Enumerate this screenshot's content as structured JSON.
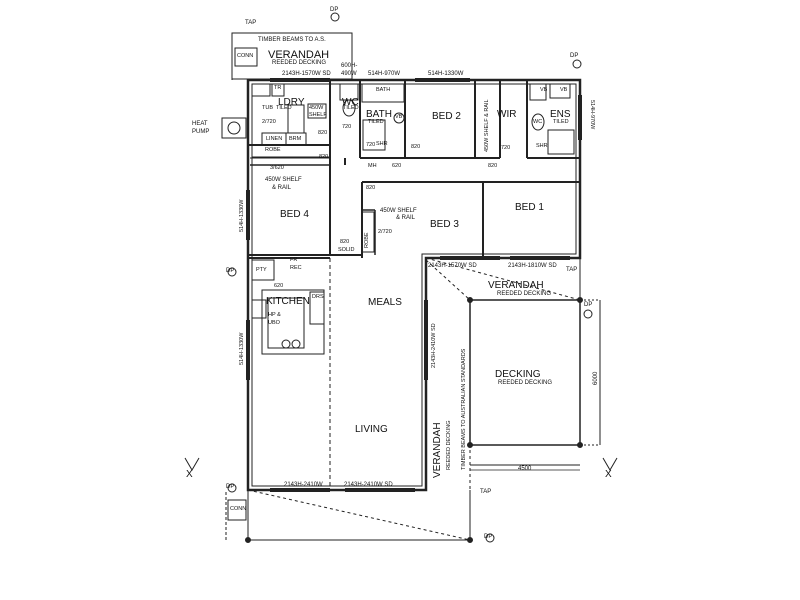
{
  "rooms": {
    "verandah_top": "VERANDAH",
    "laundry": "LDRY",
    "wc": "WC",
    "bath": "BATH",
    "bed2": "BED 2",
    "wir": "WIR",
    "ens": "ENS",
    "bed4": "BED 4",
    "bed3": "BED 3",
    "bed1": "BED 1",
    "kitchen": "KITCHEN",
    "meals": "MEALS",
    "living": "LIVING",
    "verandah_right": "VERANDAH",
    "decking": "DECKING",
    "verandah_bottom": "VERANDAH"
  },
  "notes": {
    "tap_top": "TAP",
    "dp": "DP",
    "timber_beams": "TIMBER BEAMS TO A.S.",
    "reeded_decking": "REEDED DECKING",
    "conn": "CONN",
    "win_top_left": "2143H-1570W SD",
    "win_600h": "600H-",
    "win_490w": "490W",
    "win_514_970": "514H-970W",
    "win_514_1330": "514H-1330W",
    "tiled": "TILED",
    "tub": "TUB",
    "tr": "TR",
    "shelf_450": "450W",
    "shelf_word": "SHELF",
    "heat_pump": "HEAT",
    "pump": "PUMP",
    "linen": "LINEN",
    "brm": "BRM",
    "robe": "ROBE",
    "d720": "720",
    "d820": "820",
    "d2720": "2/720",
    "d3620": "3/620",
    "d620": "620",
    "bath_word": "BATH",
    "shr": "SHR",
    "vb": "VB",
    "wc_small": "WC",
    "bed2_shelf": "450W SHELF & RAIL",
    "shelf_rail_a": "450W SHELF",
    "shelf_rail_b": "& RAIL",
    "mh": "MH",
    "solid": "SOLID",
    "side_514_1330": "514H-1330W",
    "side_514_970": "514H-970W",
    "pty": "PTY",
    "fr": "FR",
    "rec": "REC",
    "drs": "DRS",
    "hp": "HP &",
    "ubo": "UBO",
    "win_2143_1570_sd": "2143H-1570W SD",
    "win_2143_1810_sd": "2143H-1810W SD",
    "tap": "TAP",
    "win_2143_2410_vert": "2143H-2410W SD",
    "timber_beams_aus": "TIMBER BEAMS TO AUSTRALIAN STANDARDS",
    "reeded_decking_v": "REEDED DECKING",
    "win_2143_2410w": "2143H-2410W",
    "win_2143_2410w_sd": "2143H-2410W SD",
    "dim_6000": "6000",
    "dim_4500": "4500",
    "section_x": "X"
  }
}
